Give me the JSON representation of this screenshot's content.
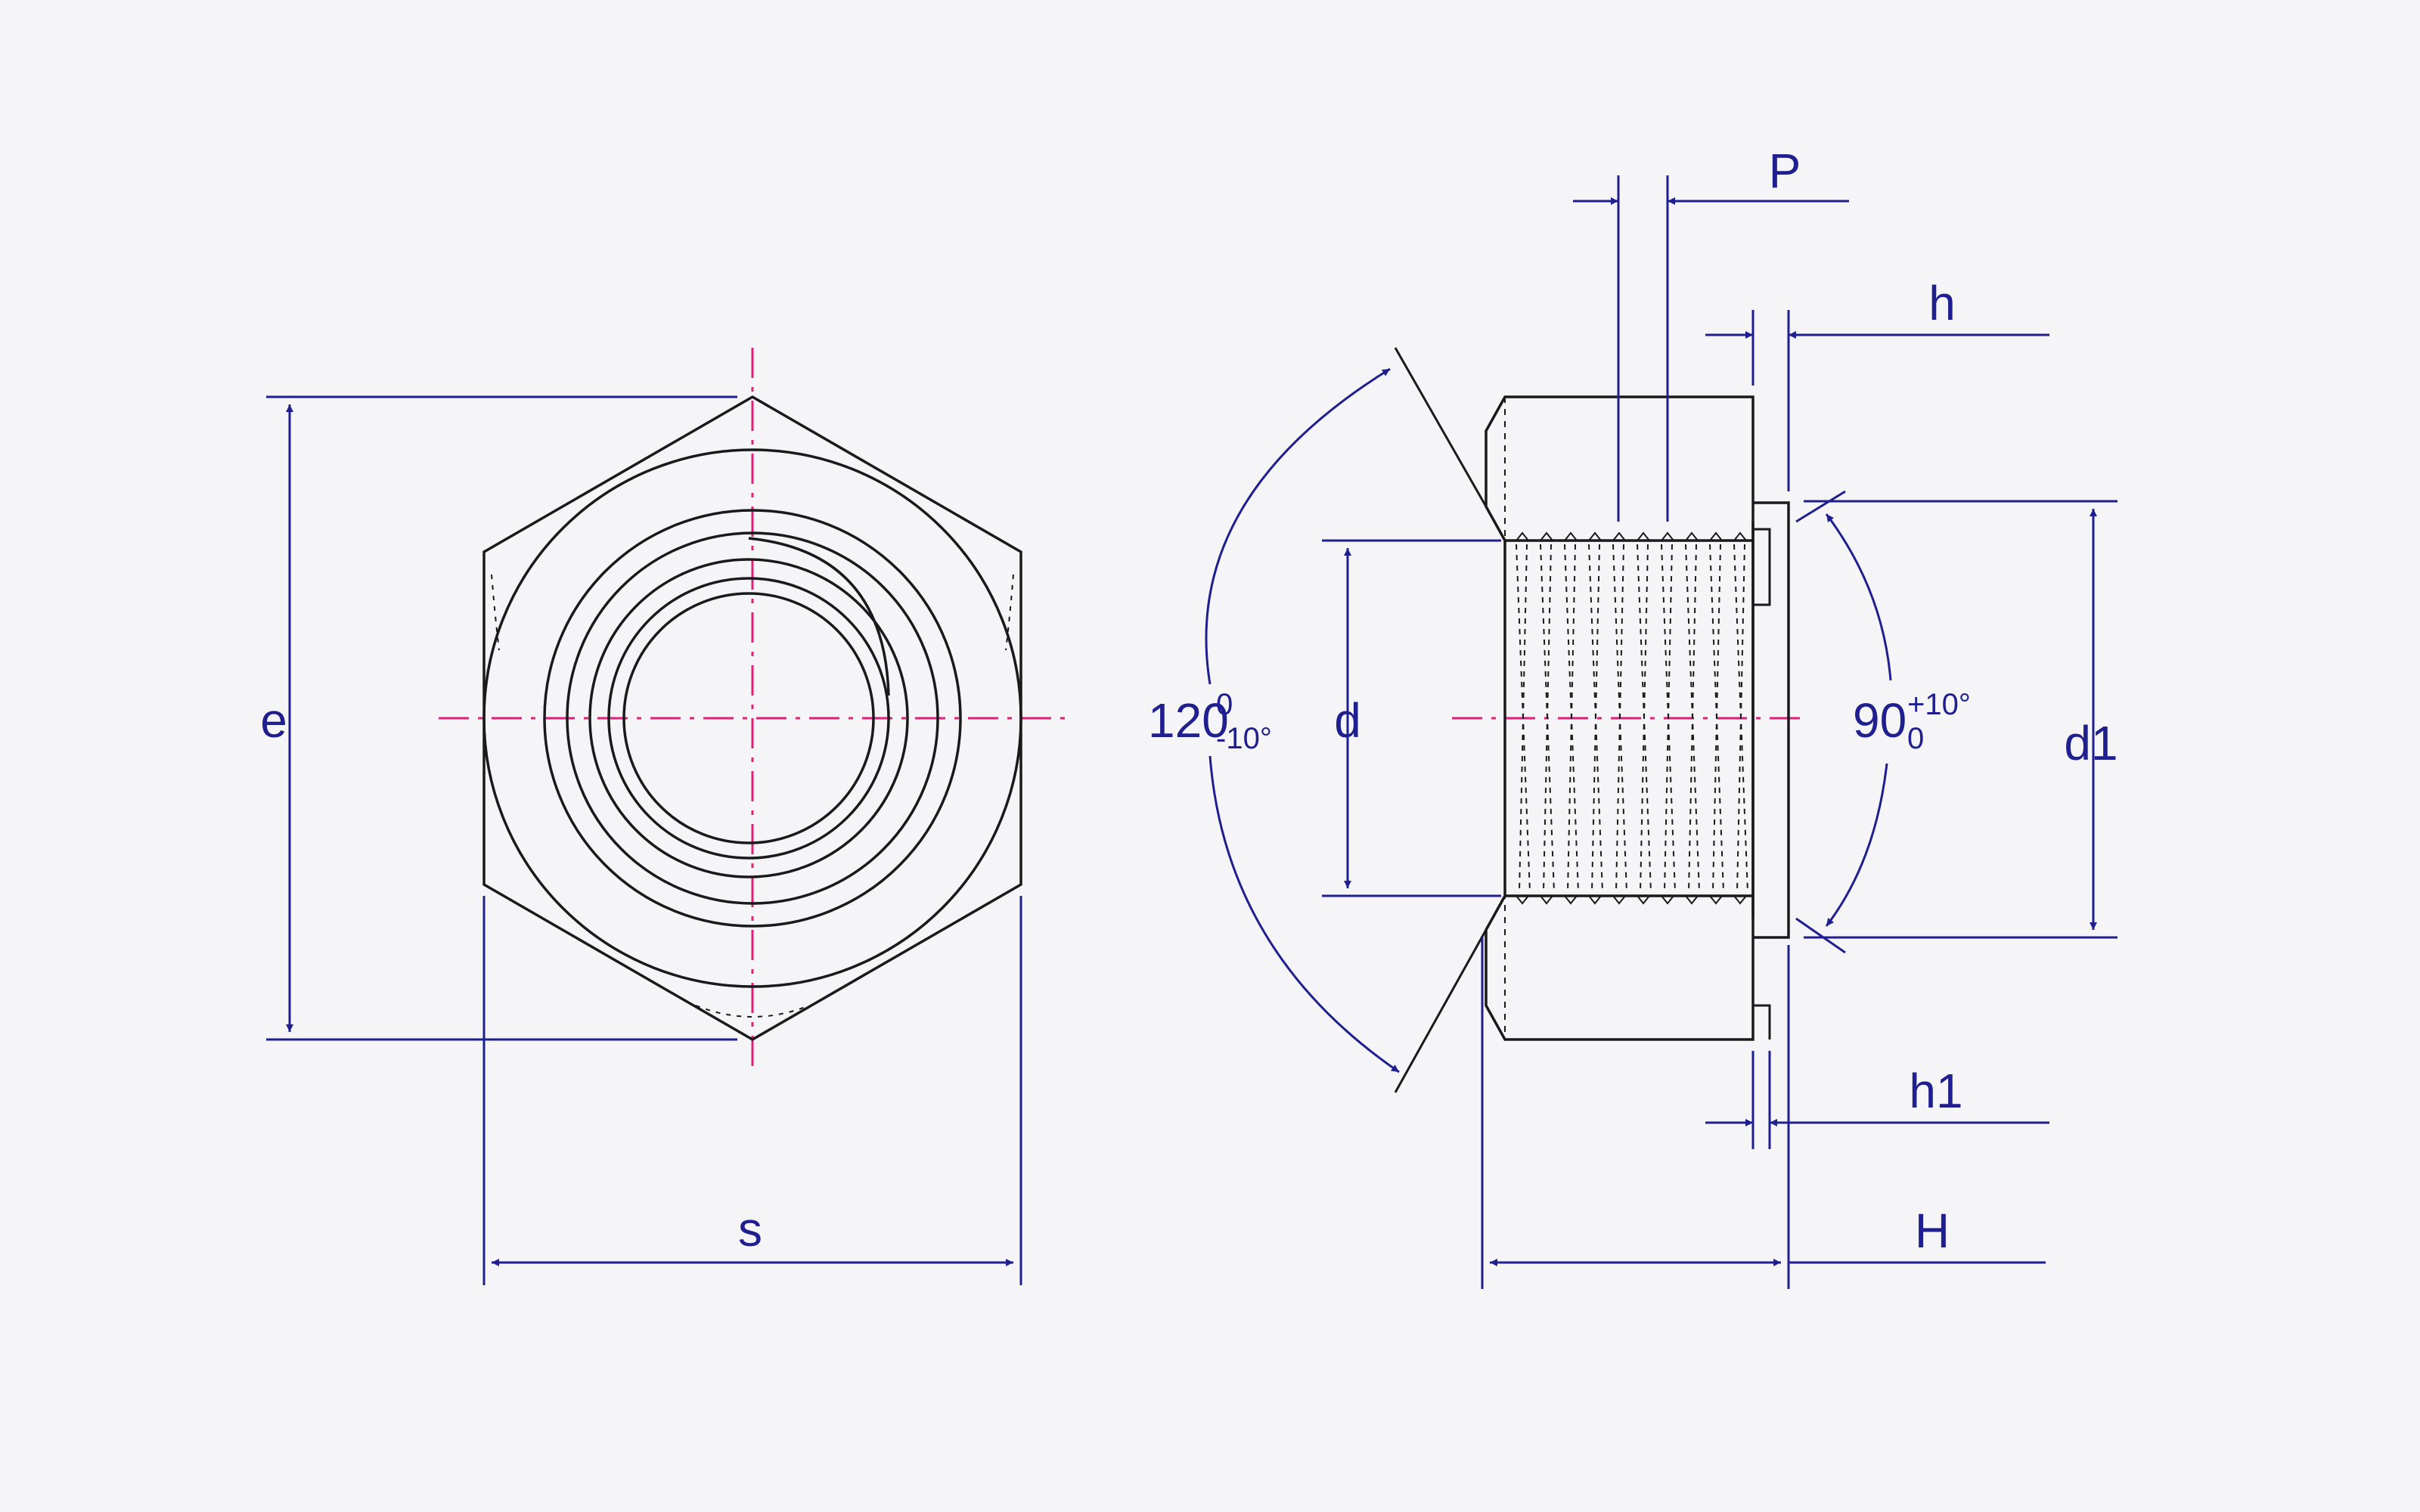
{
  "dimensions": {
    "e": "e",
    "s": "s",
    "d": "d",
    "d1": "d1",
    "P": "P",
    "h": "h",
    "h1": "h1",
    "H": "H",
    "angle_chamfer": {
      "base": "120",
      "sup": "0",
      "sub": "-10°"
    },
    "angle_pilot": {
      "base": "90",
      "sup": "+10°",
      "sub": "0"
    }
  },
  "colors": {
    "outline": "#1a1a1a",
    "dimension": "#1f1f8f",
    "centerline": "#e0207a",
    "background": "#f5f5f7"
  }
}
